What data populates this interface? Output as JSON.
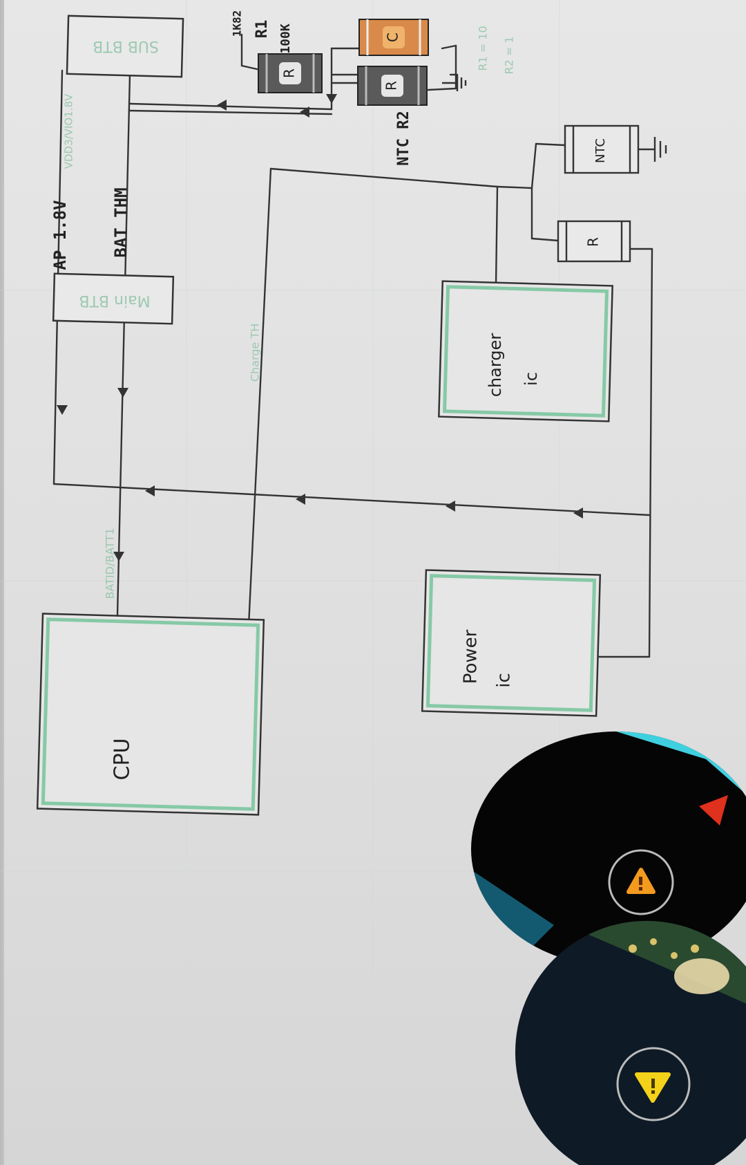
{
  "diagram": {
    "blocks": {
      "sub_btb": "SUB BTB",
      "main_btb": "Main BTB",
      "cpu": "CPU",
      "power_ic_line1": "Power",
      "power_ic_line2": "ic",
      "charger_ic_line1": "charger",
      "charger_ic_line2": "ic"
    },
    "signals": {
      "ap": "AP 1.8V",
      "ap_faint": "VDD3/VIO1.8V",
      "bat_thm": "BAT THM",
      "charge_th": "Charge TH",
      "batid": "BATID/BATT1"
    },
    "components": {
      "r": "R",
      "c": "C",
      "ntc": "NTC",
      "ntc_r2": "NTC R2",
      "r1_note": "R1",
      "r1_value": "100K",
      "top_note": "1K82",
      "r1_formula": "R1 = 10",
      "r2_formula": "R2 = 1"
    }
  },
  "overlays": {
    "colors": {
      "warning_orange": "#f39a1f",
      "warning_yellow": "#f4d21a",
      "arrow_red": "#e0301e",
      "accent_cyan": "#3fd0e0"
    },
    "icons": [
      "warning-icon",
      "warning-icon"
    ]
  }
}
